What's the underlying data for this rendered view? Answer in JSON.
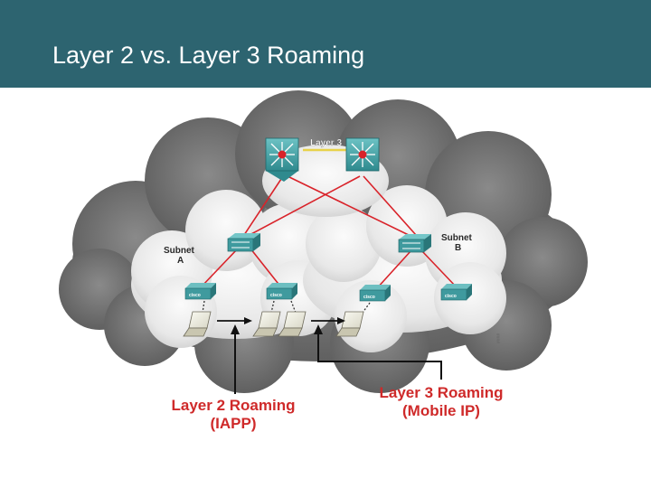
{
  "slide": {
    "title": "Layer 2 vs. Layer 3 Roaming"
  },
  "diagram": {
    "link_label": "Layer 3",
    "subnet_a": [
      "Subnet",
      "A"
    ],
    "subnet_b": [
      "Subnet",
      "B"
    ],
    "ap_label": "cisco",
    "layer2_roaming": [
      "Layer 2 Roaming",
      "(IAPP)"
    ],
    "layer3_roaming": [
      "Layer 3 Roaming",
      "(Mobile IP)"
    ],
    "figure_id": "####",
    "colors": {
      "header": "#2d6470",
      "links": "#d9232a",
      "layer3_link": "#e8d24a",
      "callout_text": "#cf2a2a",
      "device": "#3f9a9e",
      "cloud_outer": "#6f6f6f",
      "cloud_inner": "#e9e9e9"
    },
    "icons": [
      "multilayer-switch-icon",
      "switch-icon",
      "access-point-icon",
      "laptop-icon",
      "arrow-up-icon"
    ]
  }
}
